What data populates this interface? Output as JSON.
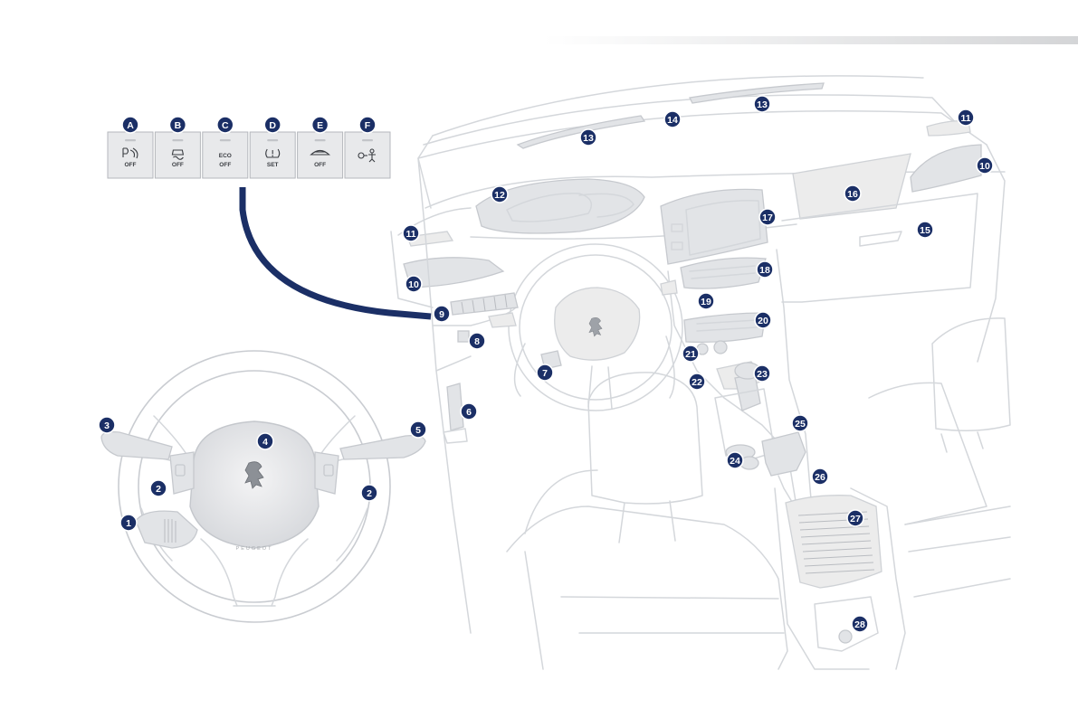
{
  "colors": {
    "badge": "#1b2f66",
    "line": "#d4d7db",
    "connector": "#1b2f66",
    "panel": "#e8e9eb"
  },
  "switch_panel": {
    "buttons": [
      {
        "letter": "A",
        "lines": [
          "",
          "OFF"
        ],
        "icon": "park-sensor-icon"
      },
      {
        "letter": "B",
        "lines": [
          "",
          "OFF"
        ],
        "icon": "esp-skid-icon"
      },
      {
        "letter": "C",
        "lines": [
          "ECO",
          "OFF"
        ],
        "icon": ""
      },
      {
        "letter": "D",
        "lines": [
          "",
          "SET"
        ],
        "icon": "tyre-pressure-icon"
      },
      {
        "letter": "E",
        "lines": [
          "",
          "OFF"
        ],
        "icon": "alarm-icon"
      },
      {
        "letter": "F",
        "lines": [
          "",
          ""
        ],
        "icon": "child-lock-icon"
      }
    ]
  },
  "wheel_brand": "PEUGEOT",
  "callouts": [
    "1",
    "2",
    "3",
    "4",
    "5",
    "6",
    "7",
    "8",
    "9",
    "10",
    "11",
    "12",
    "13",
    "14",
    "15",
    "16",
    "17",
    "18",
    "19",
    "20",
    "21",
    "22",
    "23",
    "24",
    "25",
    "26",
    "27",
    "28"
  ]
}
